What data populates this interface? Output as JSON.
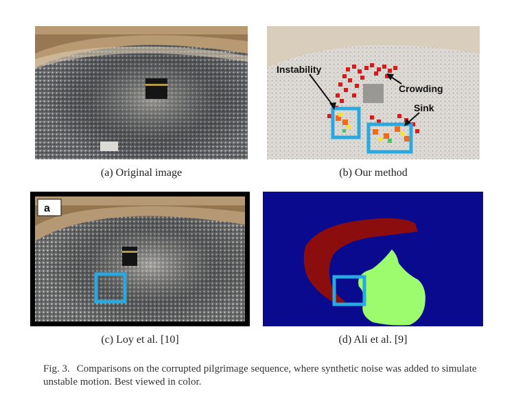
{
  "panels": [
    {
      "id": "a",
      "caption": "(a) Original image"
    },
    {
      "id": "b",
      "caption": "(b) Our method",
      "annotations": {
        "instability": "Instability",
        "crowding": "Crowding",
        "sink": "Sink"
      }
    },
    {
      "id": "c",
      "caption": "(c) Loy et al. [10]",
      "tag": "a"
    },
    {
      "id": "d",
      "caption": "(d) Ali et al. [9]"
    }
  ],
  "figure_caption": {
    "label": "Fig. 3.",
    "text": "Comparisons on the corrupted pilgrimage sequence, where synthetic noise was added to simulate unstable motion. Best viewed in color."
  },
  "colors": {
    "box": "#2aa8e0",
    "d_background": "#0a0a8f",
    "d_red_region": "#8b0d0d",
    "d_green_region": "#9dfb6e"
  }
}
